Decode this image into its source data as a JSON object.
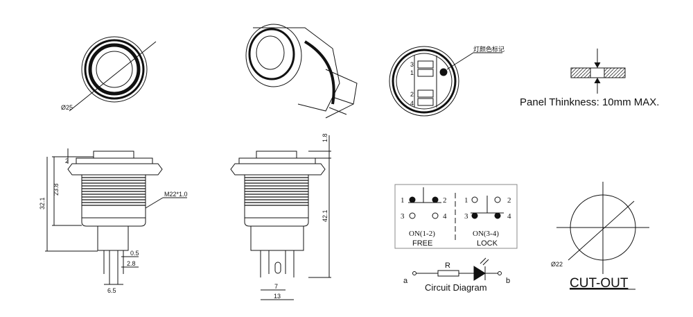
{
  "front_view": {
    "diameter": "Ø25"
  },
  "rear_view": {
    "color_mark_label": "灯颜色标记",
    "pins_top": [
      "3",
      "1"
    ],
    "pins_bottom": [
      "2",
      "4"
    ]
  },
  "panel": {
    "text": "Panel Thinkness: 10mm MAX."
  },
  "side_view": {
    "dims": {
      "d2": "2",
      "d238": "23.8",
      "d321": "32.1",
      "thread": "M22*1.0",
      "d05": "0.5",
      "d28": "2.8",
      "d65": "6.5"
    }
  },
  "side_view2": {
    "dims": {
      "d18": "1.8",
      "d421": "42.1",
      "d7": "7",
      "d13": "13"
    }
  },
  "switch": {
    "free": {
      "pins": [
        "1",
        "2",
        "3",
        "4"
      ],
      "state": "ON(1-2)",
      "mode": "FREE"
    },
    "lock": {
      "pins": [
        "1",
        "2",
        "3",
        "4"
      ],
      "state": "ON(3-4)",
      "mode": "LOCK"
    }
  },
  "circuit": {
    "r": "R",
    "a": "a",
    "b": "b",
    "title": "Circuit Diagram"
  },
  "cutout": {
    "diameter": "Ø22",
    "title": "CUT-OUT"
  }
}
